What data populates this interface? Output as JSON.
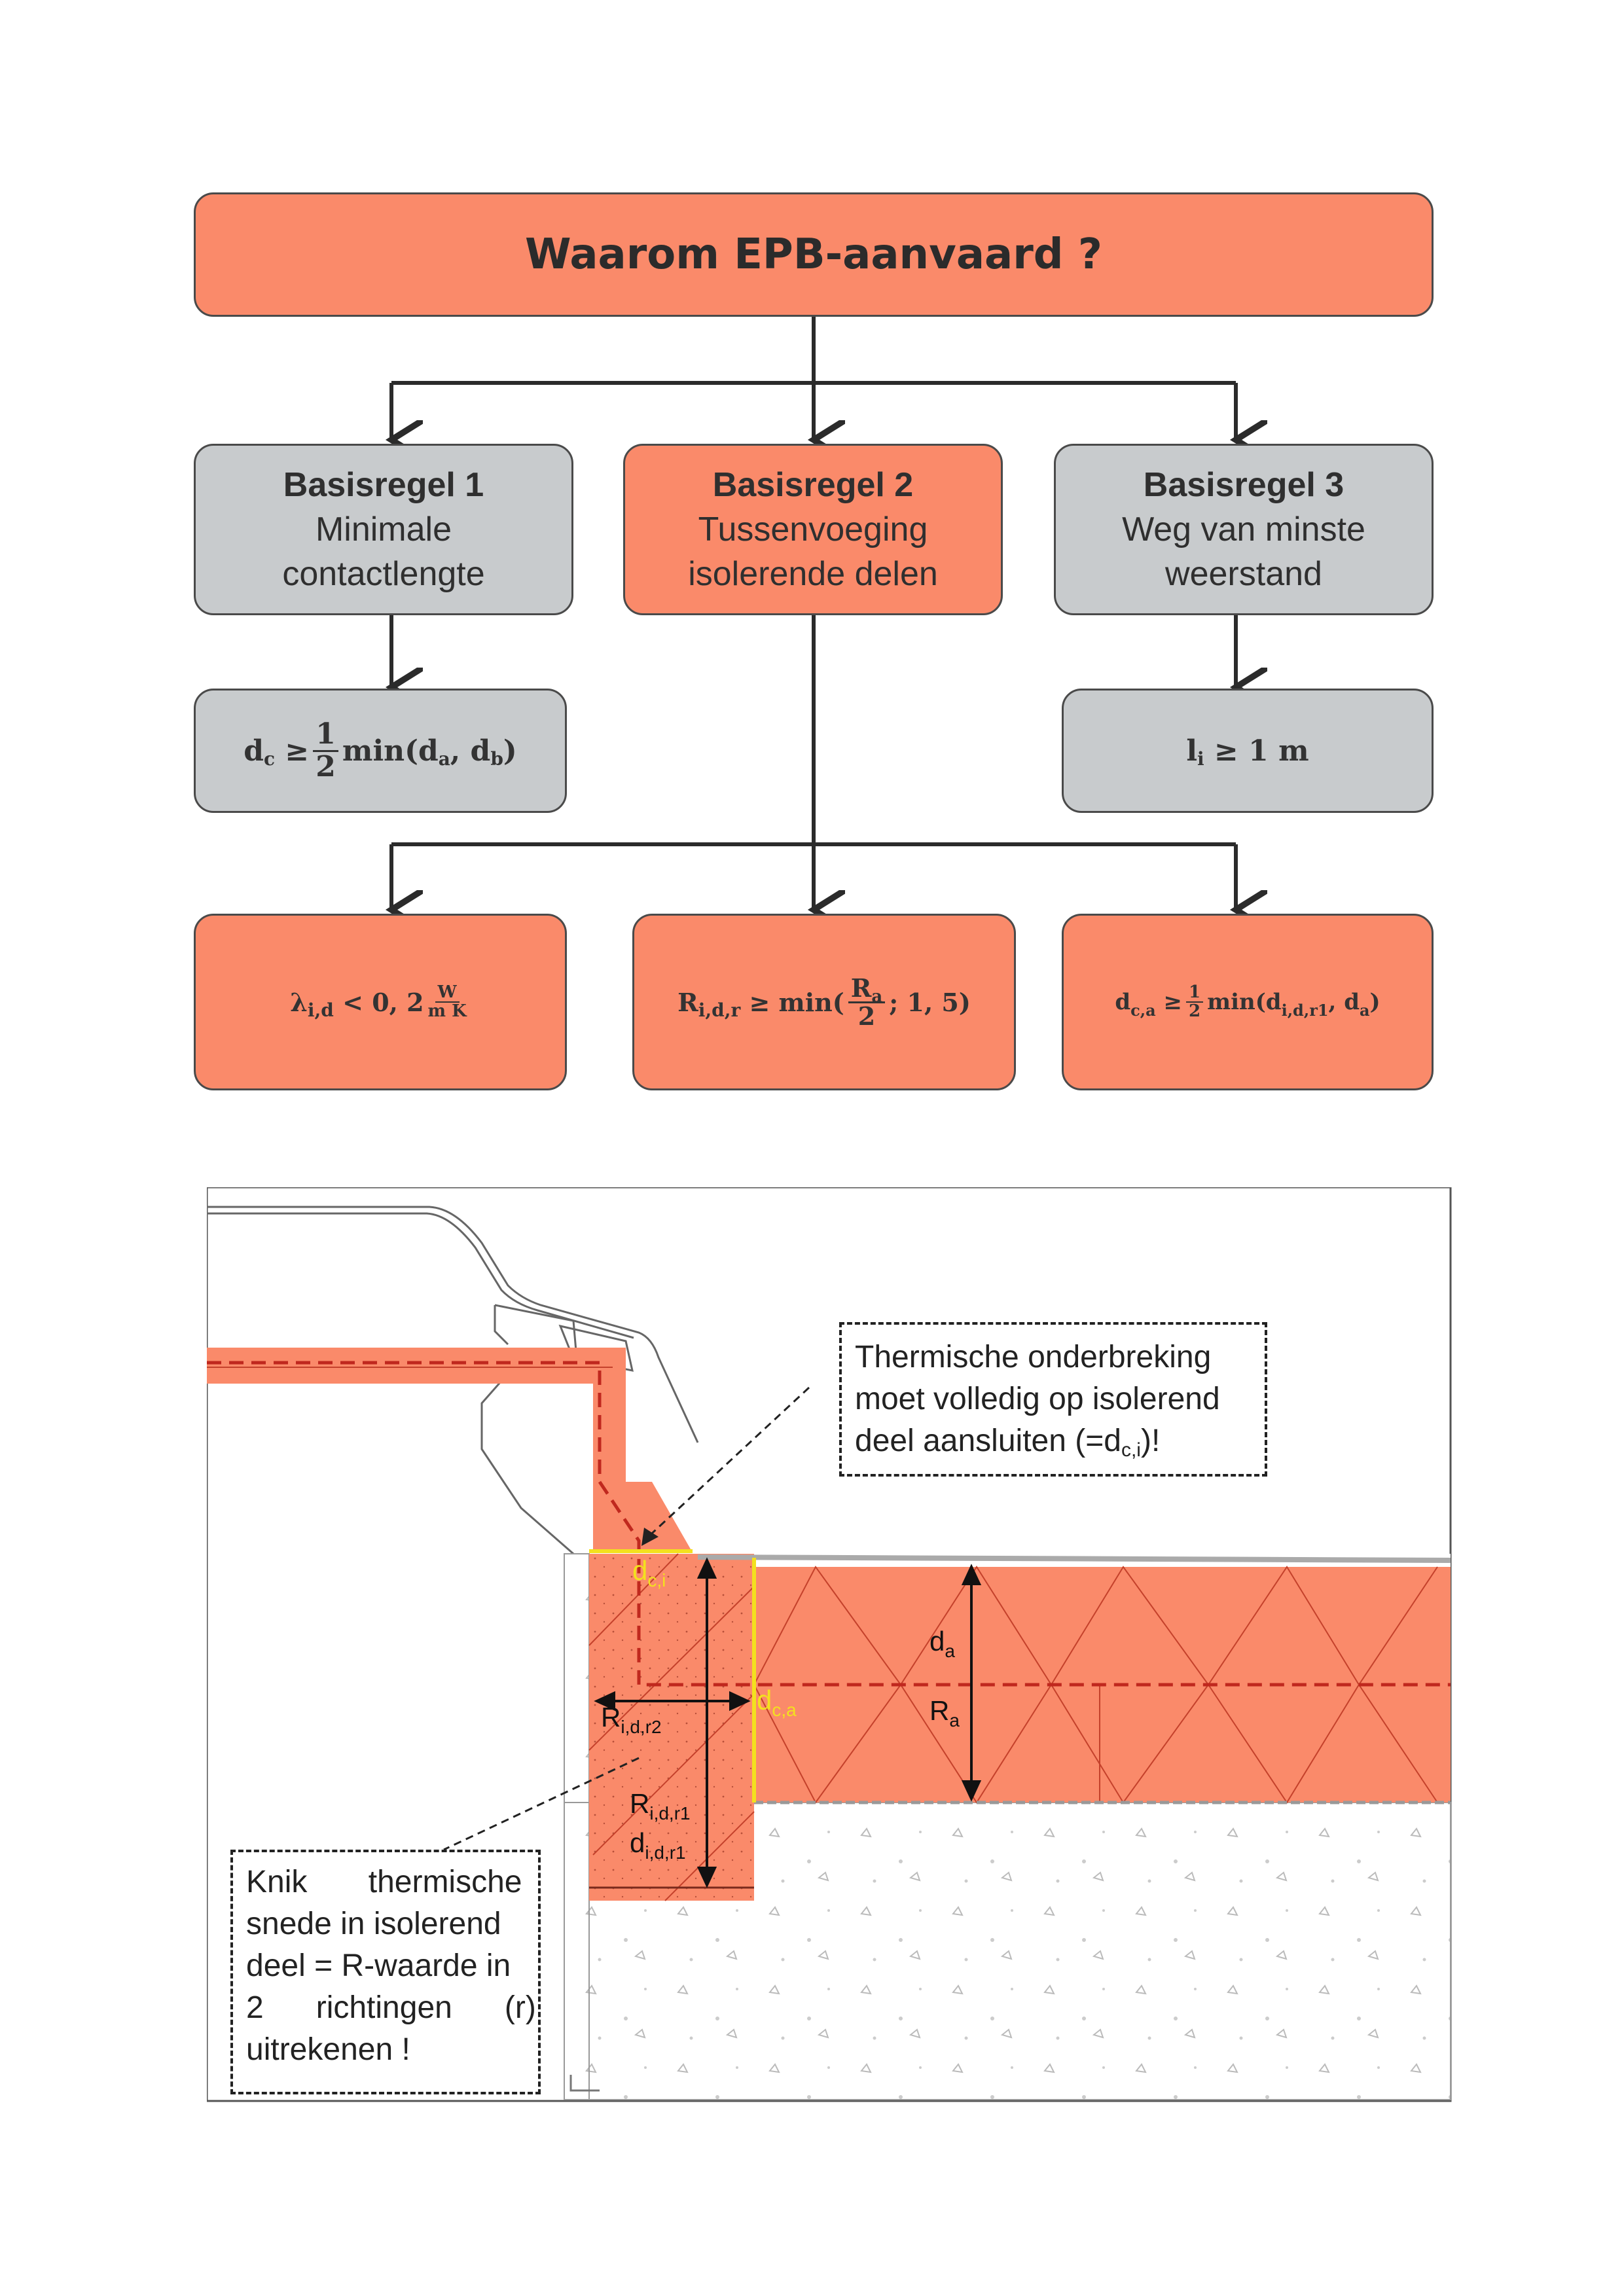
{
  "title": "Waarom EPB-aanvaard ?",
  "rules": [
    {
      "head": "Basisregel 1",
      "line1": "Minimale",
      "line2": "contactlengte"
    },
    {
      "head": "Basisregel 2",
      "line1": "Tussenvoeging",
      "line2": "isolerende delen"
    },
    {
      "head": "Basisregel 3",
      "line1": "Weg van minste",
      "line2": "weerstand"
    }
  ],
  "formulas": {
    "rule1": {
      "lhs": "d",
      "lhs_sub": "c",
      "op": "≥",
      "num": "1",
      "den": "2",
      "fn": "min(d",
      "a_sub": "a",
      "sep": ", d",
      "b_sub": "b",
      "close": ")"
    },
    "rule3": {
      "lhs": "l",
      "lhs_sub": "i",
      "rest": "≥ 1 m"
    },
    "lambda": {
      "lhs": "λ",
      "lhs_sub": "i,d",
      "rest": "< 0, 2",
      "num": "W",
      "den": "m K"
    },
    "resistance": {
      "lhs": "R",
      "lhs_sub": "i,d,r",
      "op": "≥ min(",
      "num": "R",
      "num_sub": "a",
      "den": "2",
      "rest": "; 1, 5)"
    },
    "contact": {
      "lhs": "d",
      "lhs_sub": "c,a",
      "op": "≥",
      "num": "1",
      "den": "2",
      "fn": "min(d",
      "fn_sub": "i,d,r1",
      "sep": ", d",
      "a_sub": "a",
      "close": ")"
    }
  },
  "notes": {
    "top": [
      "Thermische  onderbreking",
      "moet volledig op isolerend",
      "deel aansluiten (=d"
    ],
    "top_sub": "c,i",
    "top_end": ")!",
    "bottom": [
      "Knik       thermische",
      "snede in isolerend",
      "deel = R-waarde in",
      "2      richtingen      (r)",
      "uitrekenen !"
    ]
  },
  "drawing_labels": {
    "dci": {
      "main": "d",
      "sub": "c,i"
    },
    "dca": {
      "main": "d",
      "sub": "c,a"
    },
    "da": {
      "main": "d",
      "sub": "a"
    },
    "Ra": {
      "main": "R",
      "sub": "a"
    },
    "Rr2": {
      "main": "R",
      "sub": "i,d,r2"
    },
    "Rr1": {
      "main": "R",
      "sub": "i,d,r1"
    },
    "dr1": {
      "main": "d",
      "sub": "i,d,r1"
    }
  },
  "colors": {
    "orange": "#fa8a6a",
    "grey": "#c8cbcd",
    "border": "#4a4a4a",
    "insulation_dashed": "#c0281e",
    "contact_line": "#f3e01e"
  }
}
